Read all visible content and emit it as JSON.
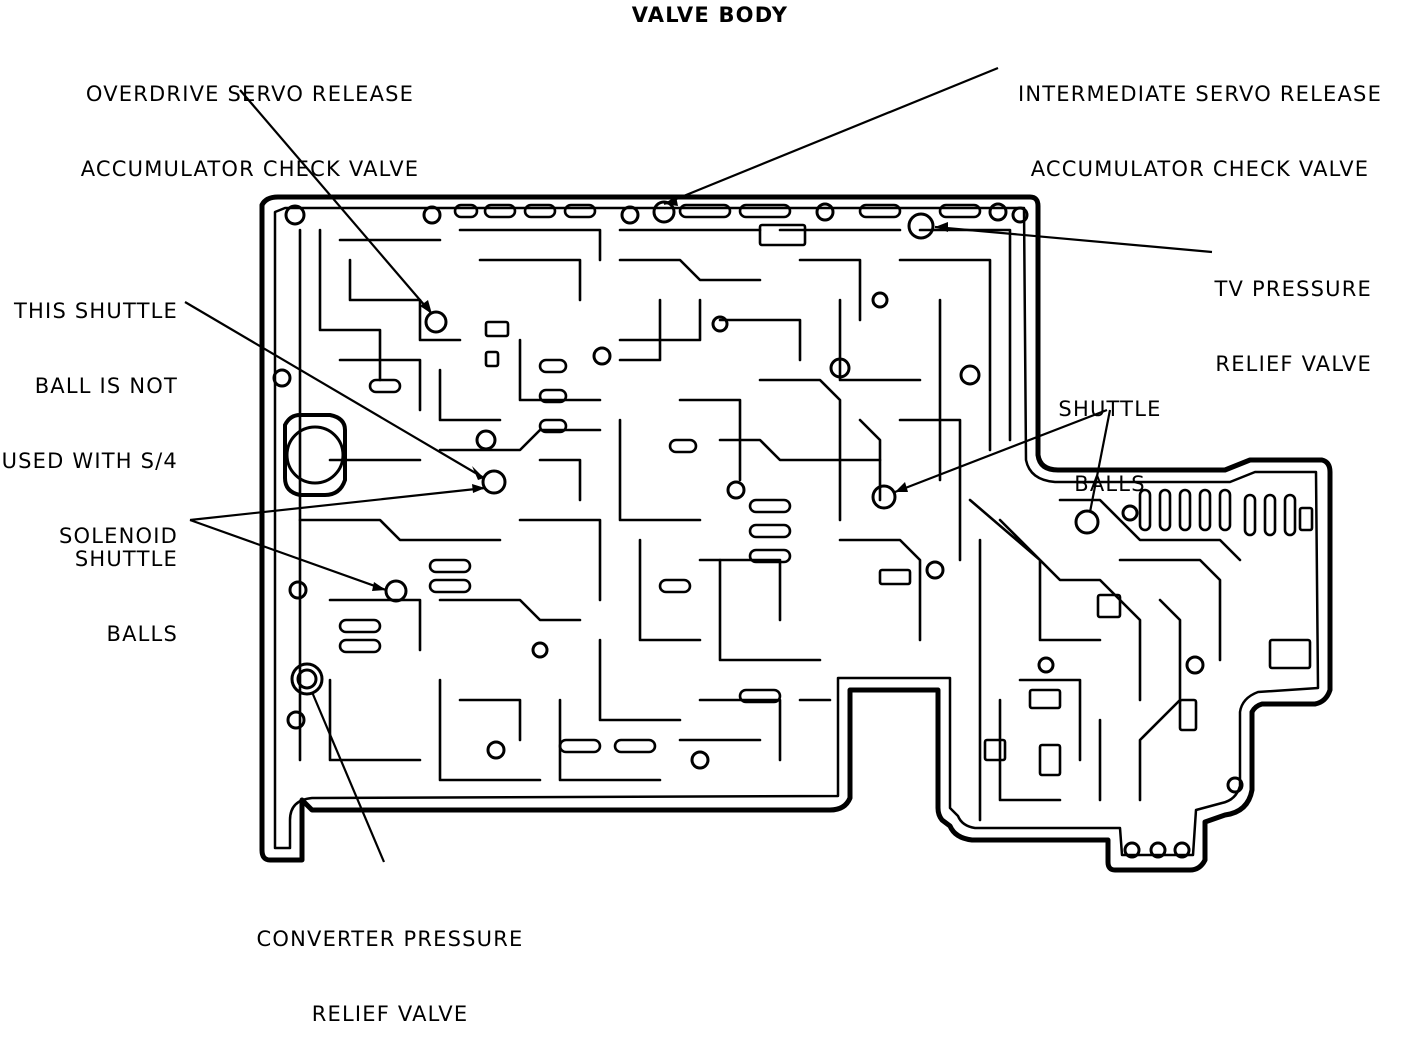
{
  "title": "VALVE BODY",
  "labels": {
    "overdrive_servo": [
      "OVERDRIVE SERVO RELEASE",
      "ACCUMULATOR CHECK VALVE"
    ],
    "intermediate_servo": [
      "INTERMEDIATE SERVO RELEASE",
      "ACCUMULATOR CHECK VALVE"
    ],
    "tv_pressure": [
      "TV PRESSURE",
      "RELIEF VALVE"
    ],
    "shuttle_not_used": [
      "THIS SHUTTLE",
      "BALL IS NOT",
      "USED WITH S/4",
      "SOLENOID"
    ],
    "shuttle_balls_left": [
      "SHUTTLE",
      "BALLS"
    ],
    "shuttle_balls_right": [
      "SHUTTLE",
      "BALLS"
    ],
    "converter_pressure": [
      "CONVERTER PRESSURE",
      "RELIEF VALVE"
    ]
  },
  "colors": {
    "ink": "#000000",
    "paper": "#ffffff"
  }
}
